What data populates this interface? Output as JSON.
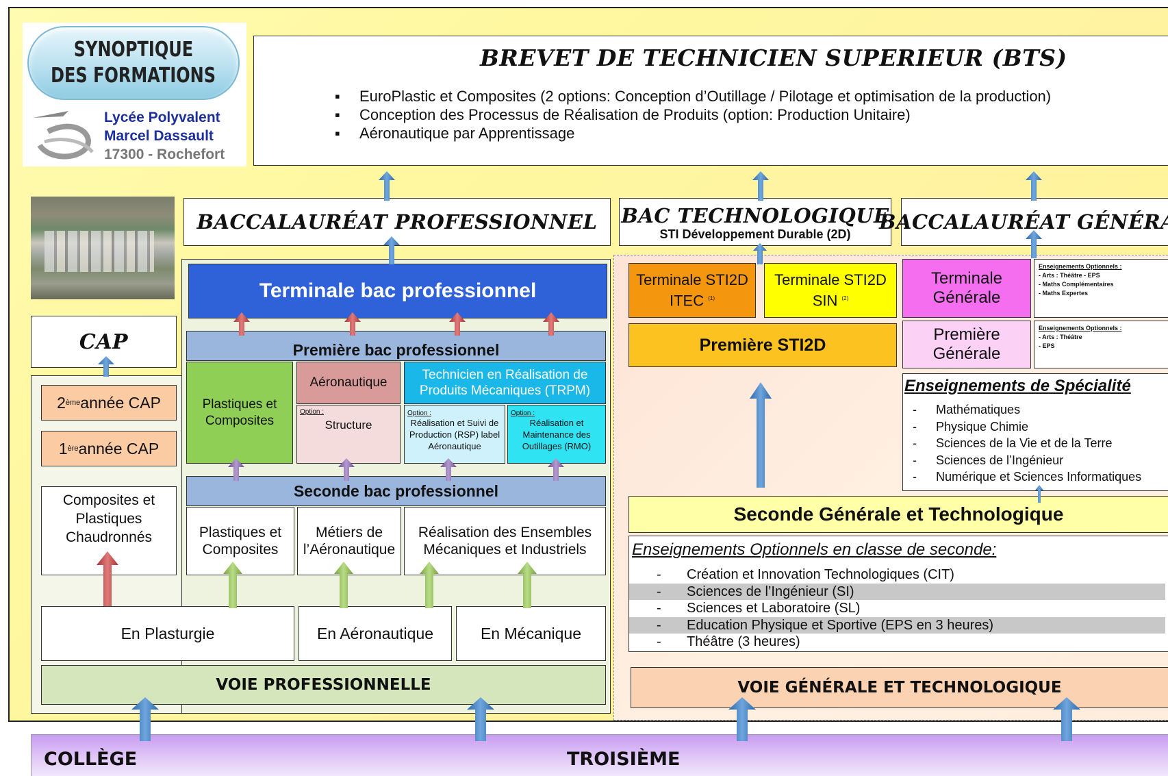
{
  "logo": {
    "line1": "SYNOPTIQUE",
    "line2": "DES FORMATIONS",
    "school1": "Lycée Polyvalent",
    "school2": "Marcel Dassault",
    "city": "17300 - Rochefort"
  },
  "bts": {
    "title": "BREVET DE TECHNICIEN SUPERIEUR (BTS)",
    "items": [
      "EuroPlastic et Composites (2 options: Conception d’Outillage / Pilotage et optimisation de la production)",
      "Conception des Processus de Réalisation de Produits (option: Production Unitaire)",
      "Aéronautique par Apprentissage"
    ]
  },
  "headers": {
    "bac_pro": "BACCALAURÉAT PROFESSIONNEL",
    "bac_techno": "BAC TECHNOLOGIQUE",
    "bac_techno_sub": "STI Développement Durable (2D)",
    "bac_general": "BACCALAURÉAT GÉNÉRAL",
    "cap": "CAP"
  },
  "pro": {
    "terminale": "Terminale bac professionnel",
    "premiere": "Première bac professionnel",
    "seconde": "Seconde bac professionnel",
    "plastiques_1": "Plastiques et Composites",
    "aero_1": "Aéronautique",
    "aero_option": "Option :",
    "aero_structure": "Structure",
    "trpm": "Technicien en Réalisation de Produits Mécaniques (TRPM)",
    "trpm_opt1_label": "Option :",
    "trpm_opt1": "Réalisation et Suivi de Production (RSP) label Aéronautique",
    "trpm_opt2_label": "Option :",
    "trpm_opt2": "Réalisation et Maintenance des Outillages (RMO)",
    "sec_plastiques": "Plastiques et Composites",
    "sec_metiers": "Métiers de l’Aéronautique",
    "sec_realisation": "Réalisation des Ensembles Mécaniques et Industriels",
    "en_plasturgie": "En Plasturgie",
    "en_aero": "En Aéronautique",
    "en_meca": "En Mécanique",
    "voie": "VOIE PROFESSIONNELLE"
  },
  "cap": {
    "annee2_num": "2",
    "annee2_sup": "ème",
    "annee2_rest": " année CAP",
    "annee1_num": "1",
    "annee1_sup": "ère",
    "annee1_rest": " année CAP",
    "composites": "Composites et Plastiques Chaudronnés"
  },
  "techno": {
    "itec": "Terminale STI2D ITEC",
    "itec_note": "(1)",
    "sin": "Terminale STI2D SIN",
    "sin_note": "(2)",
    "premiere": "Première STI2D"
  },
  "general": {
    "terminale": "Terminale Générale",
    "premiere": "Première Générale",
    "opt_title": "Enseignements Optionnels :",
    "opt_term": [
      "- Arts : Théâtre - EPS",
      "- Maths Complémentaires",
      "- Maths Expertes"
    ],
    "opt_prem": [
      "- Arts : Théâtre",
      "- EPS"
    ],
    "spec_title": "Enseignements de Spécialité",
    "spec_items": [
      "Mathématiques",
      "Physique Chimie",
      "Sciences de la Vie et de la Terre",
      "Sciences de l’Ingénieur",
      "Numérique et Sciences Informatiques"
    ]
  },
  "seconde_gt": {
    "title": "Seconde Générale et Technologique",
    "opt_title": "Enseignements Optionnels en classe de seconde:",
    "items": [
      "Création et Innovation Technologiques (CIT)",
      "Sciences de l’Ingénieur (SI)",
      "Sciences et Laboratoire (SL)",
      "Education Physique et Sportive (EPS en 3 heures)",
      "Théâtre (3 heures)"
    ],
    "voie": "VOIE GÉNÉRALE ET TECHNOLOGIQUE"
  },
  "college": {
    "left": "COLLÈGE",
    "center": "TROISIÈME"
  },
  "colors": {
    "frame_yellow": "#fff7a0",
    "blue_arrow": "#3f7fc0",
    "red_arrow": "#c24848",
    "purple_arrow": "#8a6aa8",
    "green_arrow": "#8ab84f",
    "terminale_pro": "#2f62d8",
    "premiere_pro": "#9bb6dc",
    "green_box": "#8fcf55",
    "aero_pink": "#d99a9a",
    "trpm_cyan": "#1ab8e8",
    "itec_orange": "#f5960f",
    "sin_yellow": "#ffff00",
    "premiere_sti2d": "#fcc21f",
    "magenta": "#f56ef0",
    "light_pink": "#fbd2f6",
    "seconde_gt": "#ffffa8",
    "voie_pro": "#d5e6bd",
    "voie_gt": "#fbd3b3",
    "college_purple": "#d8b4f4"
  }
}
